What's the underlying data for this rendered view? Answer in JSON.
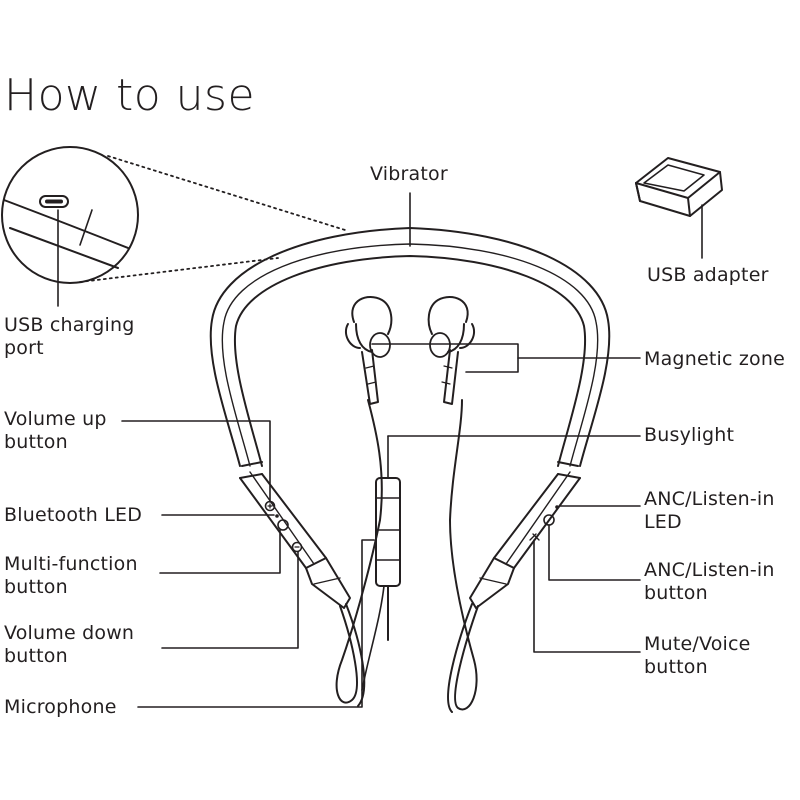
{
  "title": "How to use",
  "labels": {
    "vibrator": "Vibrator",
    "usb_adapter": "USB adapter",
    "usb_charging_port": "USB charging\nport",
    "magnetic_zone": "Magnetic zone",
    "volume_up": "Volume up\nbutton",
    "busylight": "Busylight",
    "bluetooth_led": "Bluetooth LED",
    "anc_listen_in_led": "ANC/Listen-in\nLED",
    "multi_function": "Multi-function\nbutton",
    "anc_listen_in_button": "ANC/Listen-in\nbutton",
    "volume_down": "Volume down\nbutton",
    "mute_voice": "Mute/Voice\nbutton",
    "microphone": "Microphone"
  },
  "colors": {
    "ink": "#231f20",
    "background": "#ffffff"
  }
}
